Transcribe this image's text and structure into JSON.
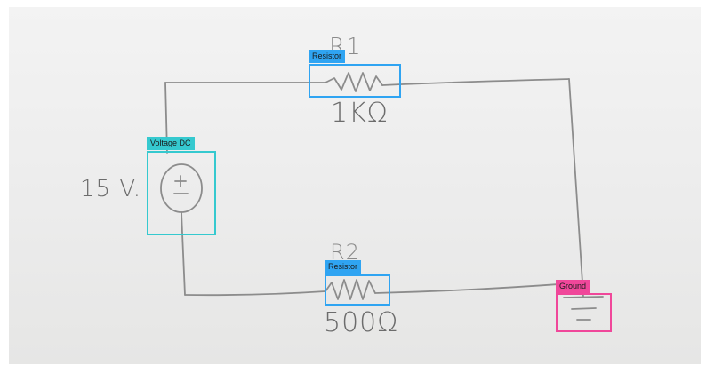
{
  "handwriting": {
    "r1_designator": "R1",
    "r1_value": "1KΩ",
    "r2_designator": "R2",
    "r2_value": "500Ω",
    "source_value": "15 V."
  },
  "detections": [
    {
      "label": "Resistor",
      "color": "#2fa4f2"
    },
    {
      "label": "Voltage DC",
      "color": "#35c9cf"
    },
    {
      "label": "Resistor",
      "color": "#2fa4f2"
    },
    {
      "label": "Ground",
      "color": "#f0479a"
    }
  ],
  "colors": {
    "pencil": "#8a8a8a",
    "paper": "#efefef"
  }
}
